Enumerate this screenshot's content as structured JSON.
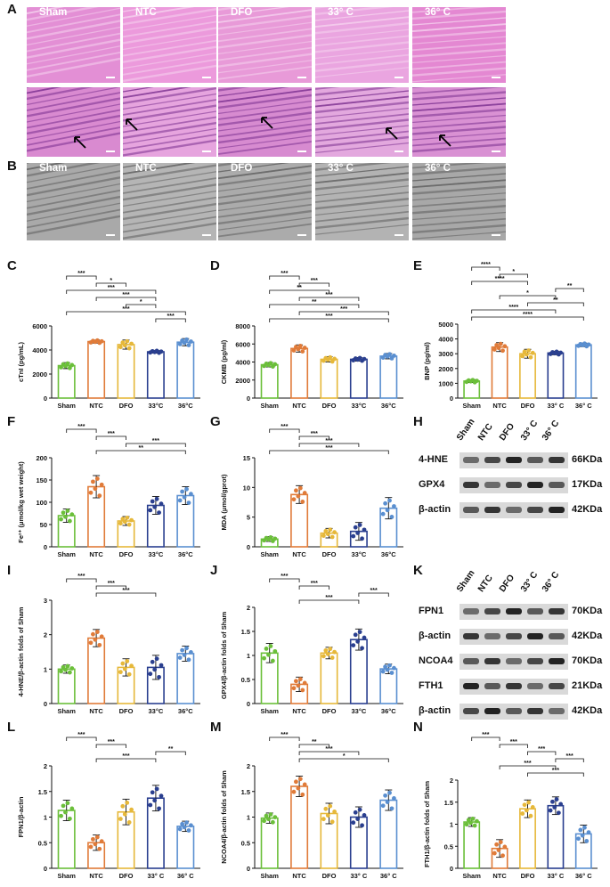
{
  "panel_letters": {
    "A": "A",
    "B": "B",
    "C": "C",
    "D": "D",
    "E": "E",
    "F": "F",
    "G": "G",
    "H": "H",
    "I": "I",
    "J": "J",
    "K": "K",
    "L": "L",
    "M": "M",
    "N": "N"
  },
  "groups": [
    "Sham",
    "NTC",
    "DFO",
    "33° C",
    "36° C"
  ],
  "colors": {
    "Sham": "#6bbf3a",
    "NTC": "#e07b39",
    "DFO": "#e6b83a",
    "C33": "#2a3f8f",
    "C36": "#5a8fd0"
  },
  "wb": {
    "H": {
      "header": [
        "Sham",
        "NTC",
        "DFO",
        "33° C",
        "36° C"
      ],
      "rows": [
        {
          "label": "4-HNE",
          "size": "66KDa"
        },
        {
          "label": "GPX4",
          "size": "17KDa"
        },
        {
          "label": "β-actin",
          "size": "42KDa"
        }
      ]
    },
    "K": {
      "header": [
        "Sham",
        "NTC",
        "DFO",
        "33° C",
        "36° C"
      ],
      "rows": [
        {
          "label": "FPN1",
          "size": "70KDa"
        },
        {
          "label": "β-actin",
          "size": "42KDa"
        },
        {
          "label": "NCOA4",
          "size": "70KDa"
        },
        {
          "label": "FTH1",
          "size": "21KDa"
        },
        {
          "label": "β-actin",
          "size": "42KDa"
        }
      ]
    }
  },
  "chart_data": [
    {
      "id": "C",
      "type": "bar",
      "ylabel": "cTnI  (pg/mL)",
      "ylim": [
        0,
        6000
      ],
      "yticks": [
        0,
        2000,
        4000,
        6000
      ],
      "categories": [
        "Sham",
        "NTC",
        "DFO",
        "33°C",
        "36°C"
      ],
      "values": [
        2700,
        4700,
        4450,
        3850,
        4650
      ],
      "errors": [
        250,
        130,
        380,
        110,
        300
      ],
      "sig": [
        {
          "a": 0,
          "b": 1,
          "t": "***"
        },
        {
          "a": 1,
          "b": 2,
          "t": "*"
        },
        {
          "a": 0,
          "b": 3,
          "t": "***"
        },
        {
          "a": 1,
          "b": 3,
          "t": "***"
        },
        {
          "a": 2,
          "b": 3,
          "t": "*"
        },
        {
          "a": 0,
          "b": 4,
          "t": "***"
        },
        {
          "a": 3,
          "b": 4,
          "t": "***"
        }
      ]
    },
    {
      "id": "D",
      "type": "bar",
      "ylabel": "CKMB (pg/ml)",
      "ylim": [
        0,
        8000
      ],
      "yticks": [
        0,
        2000,
        4000,
        6000,
        8000
      ],
      "categories": [
        "Sham",
        "NTC",
        "DFO",
        "33°C",
        "36°C"
      ],
      "values": [
        3700,
        5500,
        4300,
        4300,
        4650
      ],
      "errors": [
        250,
        400,
        300,
        200,
        300
      ],
      "sig": [
        {
          "a": 0,
          "b": 1,
          "t": "***"
        },
        {
          "a": 1,
          "b": 2,
          "t": "***"
        },
        {
          "a": 0,
          "b": 2,
          "t": "**"
        },
        {
          "a": 1,
          "b": 3,
          "t": "***"
        },
        {
          "a": 0,
          "b": 3,
          "t": "**"
        },
        {
          "a": 1,
          "b": 4,
          "t": "***"
        },
        {
          "a": 0,
          "b": 4,
          "t": "***"
        }
      ]
    },
    {
      "id": "E",
      "type": "bar",
      "ylabel": "BNP (pg/ml)",
      "ylim": [
        0,
        5000
      ],
      "yticks": [
        0,
        1000,
        2000,
        3000,
        4000,
        5000
      ],
      "categories": [
        "Sham",
        "NTC",
        "DFO",
        "33° C",
        "36° C"
      ],
      "values": [
        1150,
        3450,
        3000,
        3050,
        3600
      ],
      "errors": [
        100,
        300,
        300,
        120,
        120
      ],
      "sig": [
        {
          "a": 0,
          "b": 1,
          "t": "****"
        },
        {
          "a": 1,
          "b": 2,
          "t": "*"
        },
        {
          "a": 0,
          "b": 2,
          "t": "****"
        },
        {
          "a": 3,
          "b": 4,
          "t": "**"
        },
        {
          "a": 1,
          "b": 3,
          "t": "*"
        },
        {
          "a": 2,
          "b": 4,
          "t": "**"
        },
        {
          "a": 0,
          "b": 3,
          "t": "****"
        },
        {
          "a": 0,
          "b": 4,
          "t": "****"
        }
      ]
    },
    {
      "id": "F",
      "type": "bar",
      "ylabel": "Fe²⁺  (μmol/kg wet weight)",
      "ylim": [
        0,
        200
      ],
      "yticks": [
        0,
        50,
        100,
        150,
        200
      ],
      "categories": [
        "Sham",
        "NTC",
        "DFO",
        "33°C",
        "36°C"
      ],
      "values": [
        70,
        135,
        58,
        93,
        115
      ],
      "errors": [
        15,
        25,
        10,
        20,
        20
      ],
      "sig": [
        {
          "a": 0,
          "b": 1,
          "t": "***"
        },
        {
          "a": 1,
          "b": 2,
          "t": "***"
        },
        {
          "a": 2,
          "b": 4,
          "t": "***"
        },
        {
          "a": 1,
          "b": 4,
          "t": "**"
        }
      ]
    },
    {
      "id": "G",
      "type": "bar",
      "ylabel": "MDA  (μmol/gprot)",
      "ylim": [
        0,
        15
      ],
      "yticks": [
        0,
        5,
        10,
        15
      ],
      "categories": [
        "Sham",
        "NTC",
        "DFO",
        "33°C",
        "36°C"
      ],
      "values": [
        1.3,
        8.8,
        2.3,
        2.6,
        6.5
      ],
      "errors": [
        0.4,
        1.5,
        0.8,
        1.5,
        1.8
      ],
      "sig": [
        {
          "a": 0,
          "b": 1,
          "t": "***"
        },
        {
          "a": 1,
          "b": 2,
          "t": "***"
        },
        {
          "a": 1,
          "b": 3,
          "t": "***"
        },
        {
          "a": 0,
          "b": 4,
          "t": "***"
        }
      ]
    },
    {
      "id": "I",
      "type": "bar",
      "ylabel": "4-HNE/β-actin folds of Sham",
      "ylim": [
        0,
        3
      ],
      "yticks": [
        0,
        1,
        2,
        3
      ],
      "categories": [
        "Sham",
        "NTC",
        "DFO",
        "33°C",
        "36°C"
      ],
      "values": [
        1.0,
        1.9,
        1.05,
        1.05,
        1.45
      ],
      "errors": [
        0.12,
        0.25,
        0.25,
        0.35,
        0.22
      ],
      "sig": [
        {
          "a": 0,
          "b": 1,
          "t": "***"
        },
        {
          "a": 1,
          "b": 2,
          "t": "***"
        },
        {
          "a": 1,
          "b": 3,
          "t": "***"
        }
      ]
    },
    {
      "id": "J",
      "type": "bar",
      "ylabel": "GPX4/β-actin folds of Sham",
      "ylim": [
        0,
        2.0
      ],
      "yticks": [
        0,
        0.5,
        1.0,
        1.5,
        2.0
      ],
      "categories": [
        "Sham",
        "NTC",
        "DFO",
        "33°C",
        "36°C"
      ],
      "values": [
        1.05,
        0.4,
        1.05,
        1.33,
        0.72
      ],
      "errors": [
        0.2,
        0.15,
        0.12,
        0.22,
        0.1
      ],
      "sig": [
        {
          "a": 0,
          "b": 1,
          "t": "***"
        },
        {
          "a": 1,
          "b": 2,
          "t": "***"
        },
        {
          "a": 3,
          "b": 4,
          "t": "***"
        },
        {
          "a": 1,
          "b": 3,
          "t": "***"
        }
      ]
    },
    {
      "id": "L",
      "type": "bar",
      "ylabel": "FPN1/β-actin",
      "ylim": [
        0,
        2.0
      ],
      "yticks": [
        0,
        0.5,
        1.0,
        1.5,
        2.0
      ],
      "categories": [
        "Sham",
        "NTC",
        "DFO",
        "33° C",
        "36° C"
      ],
      "values": [
        1.13,
        0.5,
        1.1,
        1.37,
        0.82
      ],
      "errors": [
        0.2,
        0.15,
        0.25,
        0.25,
        0.1
      ],
      "sig": [
        {
          "a": 0,
          "b": 1,
          "t": "***"
        },
        {
          "a": 1,
          "b": 2,
          "t": "***"
        },
        {
          "a": 3,
          "b": 4,
          "t": "**"
        },
        {
          "a": 1,
          "b": 3,
          "t": "***"
        }
      ]
    },
    {
      "id": "M",
      "type": "bar",
      "ylabel": "NCOA4/β-actin folds of Sham",
      "ylim": [
        0,
        2.0
      ],
      "yticks": [
        0,
        0.5,
        1.0,
        1.5,
        2.0
      ],
      "categories": [
        "Sham",
        "NTC",
        "DFO",
        "33° C",
        "36° C"
      ],
      "values": [
        0.98,
        1.6,
        1.07,
        1.0,
        1.33
      ],
      "errors": [
        0.1,
        0.2,
        0.2,
        0.2,
        0.2
      ],
      "sig": [
        {
          "a": 0,
          "b": 1,
          "t": "***"
        },
        {
          "a": 1,
          "b": 2,
          "t": "**"
        },
        {
          "a": 1,
          "b": 3,
          "t": "***"
        },
        {
          "a": 1,
          "b": 4,
          "t": "*"
        }
      ]
    },
    {
      "id": "N",
      "type": "bar",
      "ylabel": "FTH1/β-actin folds of Sham",
      "ylim": [
        0,
        2.0
      ],
      "yticks": [
        0,
        0.5,
        1.0,
        1.5,
        2.0
      ],
      "categories": [
        "Sham",
        "NTC",
        "DFO",
        "33° C",
        "36° C"
      ],
      "values": [
        1.05,
        0.45,
        1.35,
        1.42,
        0.78
      ],
      "errors": [
        0.1,
        0.2,
        0.2,
        0.2,
        0.2
      ],
      "sig": [
        {
          "a": 0,
          "b": 1,
          "t": "***"
        },
        {
          "a": 1,
          "b": 2,
          "t": "***"
        },
        {
          "a": 2,
          "b": 3,
          "t": "***"
        },
        {
          "a": 3,
          "b": 4,
          "t": "***"
        },
        {
          "a": 1,
          "b": 3,
          "t": "***"
        },
        {
          "a": 2,
          "b": 4,
          "t": "***"
        }
      ]
    }
  ]
}
